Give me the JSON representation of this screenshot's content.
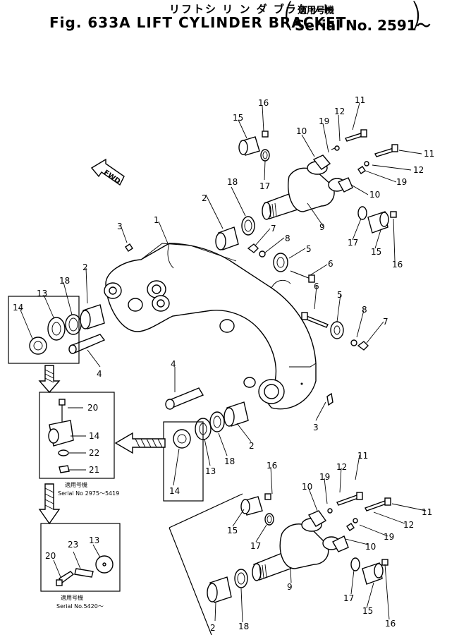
{
  "header": {
    "title_jp": "リフトシ リ ン ダ ブラケット",
    "title_en": "Fig. 633A LIFT CYLINDER BRACKET",
    "applicable_label": "適用号機",
    "serial": "Serial No. 2591～"
  },
  "fwd_label": "FWD",
  "callouts": [
    "1",
    "2",
    "3",
    "4",
    "5",
    "6",
    "7",
    "8",
    "9",
    "10",
    "11",
    "12",
    "13",
    "14",
    "15",
    "16",
    "17",
    "18",
    "19",
    "20",
    "21",
    "22",
    "23"
  ],
  "inset_a": {
    "parts": [
      "20",
      "14",
      "22",
      "21"
    ],
    "applicable_label": "適用号機",
    "serial": "Serial No 2975～5419"
  },
  "inset_b": {
    "parts": [
      "13",
      "23",
      "20"
    ],
    "applicable_label": "適用号機",
    "serial": "Serial No.5420～"
  }
}
